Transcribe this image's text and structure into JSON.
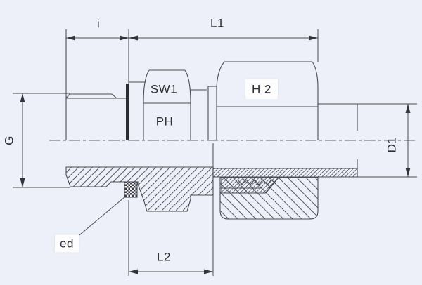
{
  "drawing": {
    "type": "technical-section-drawing",
    "subject": "male-stud-fitting-half-section",
    "colors": {
      "background": "#edf0f8",
      "line": "#4b4b55",
      "seal_bar": "#2b2b32",
      "label_box": "#fdfdfe",
      "text": "#2e2e36"
    },
    "labels": {
      "i": "i",
      "L1": "L1",
      "SW1": "SW1",
      "PH": "PH",
      "H2": "H 2",
      "G": "G",
      "D1": "D1",
      "L2": "L2",
      "ed": "ed"
    }
  }
}
